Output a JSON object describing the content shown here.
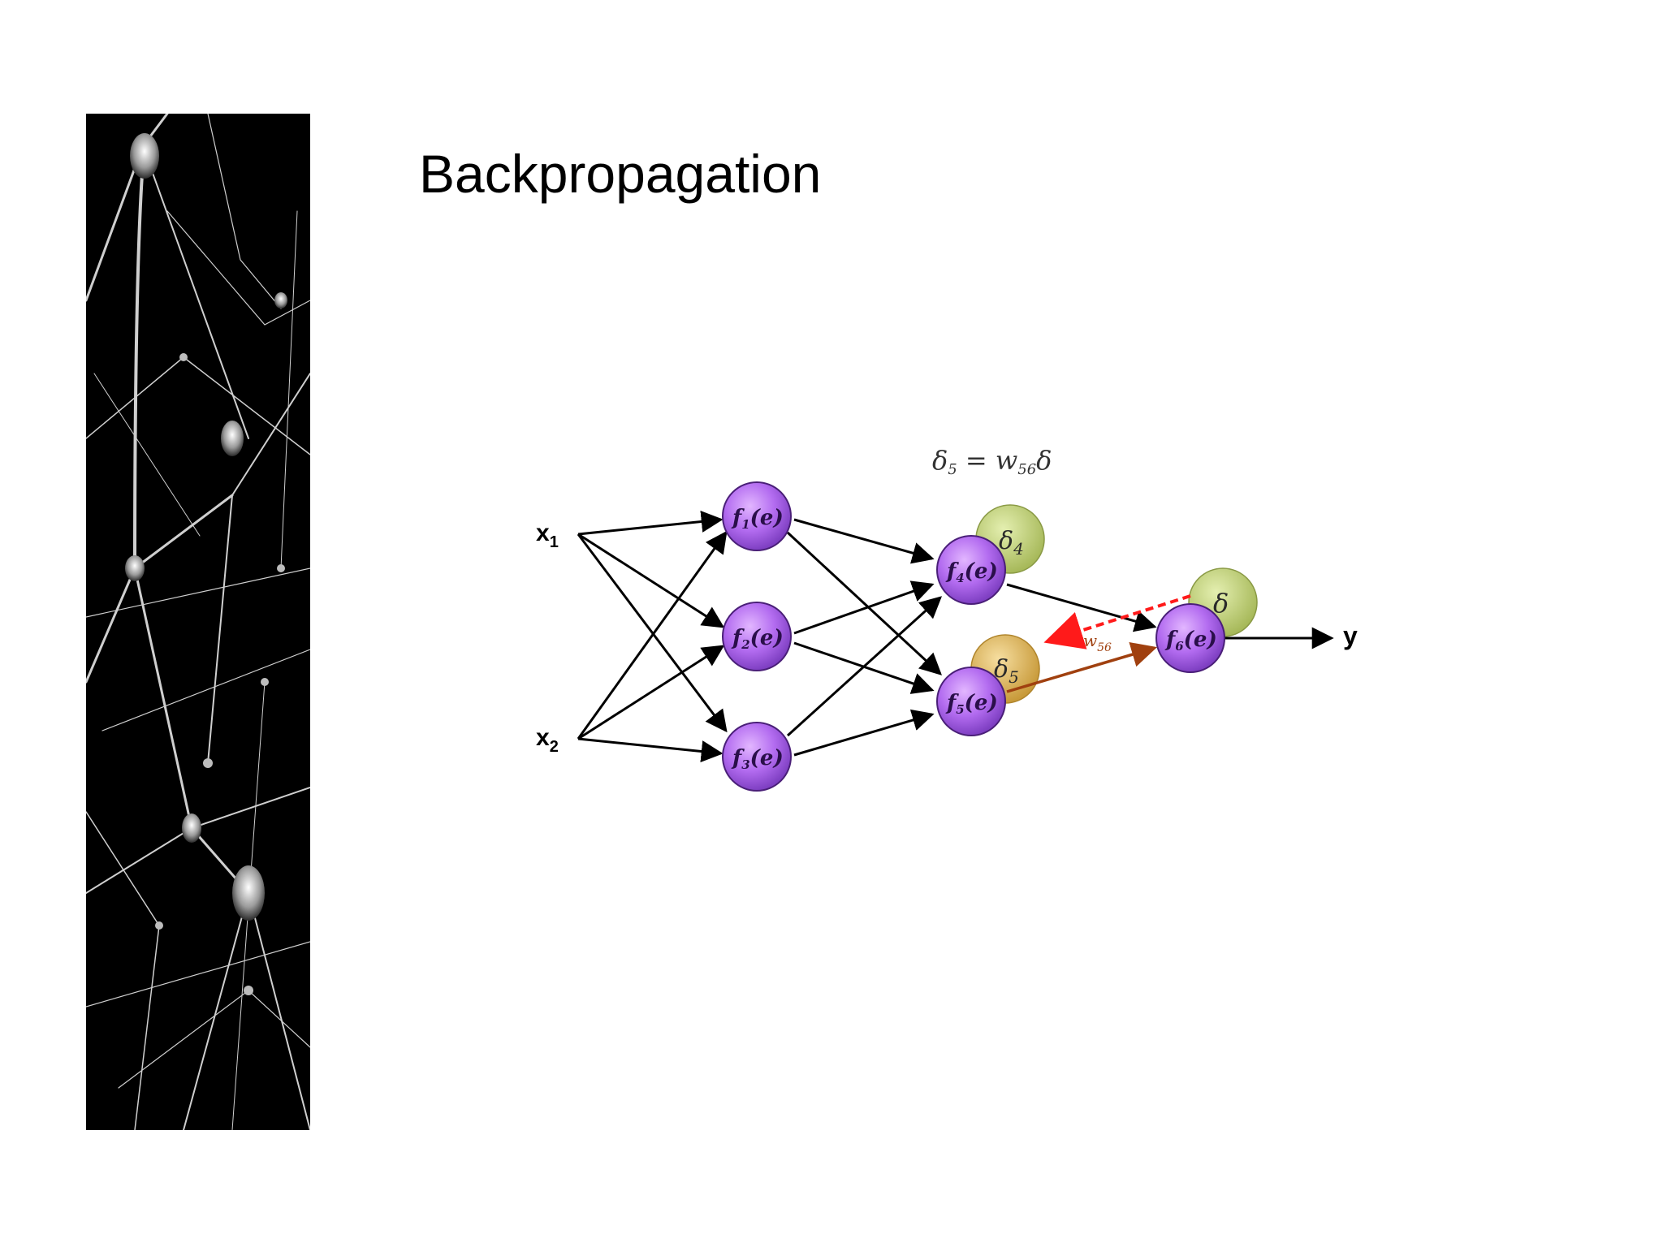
{
  "slide": {
    "title": "Backpropagation"
  },
  "image": {
    "name": "neuron-network-photo",
    "colors": {
      "background": "#000000",
      "strands": "#d9d9d9"
    }
  },
  "diagram": {
    "formula": {
      "main": "δ",
      "sub1": "5",
      "eq": " = w",
      "sub2": "56",
      "end": "δ"
    },
    "inputs": [
      {
        "label": "x",
        "sub": "1"
      },
      {
        "label": "x",
        "sub": "2"
      }
    ],
    "output": {
      "label": "y"
    },
    "nodes": [
      {
        "f": "f",
        "sub": "1",
        "arg": "(e)"
      },
      {
        "f": "f",
        "sub": "2",
        "arg": "(e)"
      },
      {
        "f": "f",
        "sub": "3",
        "arg": "(e)"
      },
      {
        "f": "f",
        "sub": "4",
        "arg": "(e)"
      },
      {
        "f": "f",
        "sub": "5",
        "arg": "(e)"
      },
      {
        "f": "f",
        "sub": "6",
        "arg": "(e)"
      }
    ],
    "deltas": [
      {
        "symbol": "δ",
        "sub": "4"
      },
      {
        "symbol": "δ",
        "sub": "5"
      },
      {
        "symbol": "δ",
        "sub": ""
      }
    ],
    "weight": {
      "label": "w",
      "sub": "56"
    },
    "colors": {
      "node": "#b36cf0",
      "delta_green": "#c5d580",
      "delta_orange": "#e6c070",
      "edge": "#000000",
      "weight_edge": "#a0400f",
      "backprop_edge": "#ff1a1a"
    }
  }
}
